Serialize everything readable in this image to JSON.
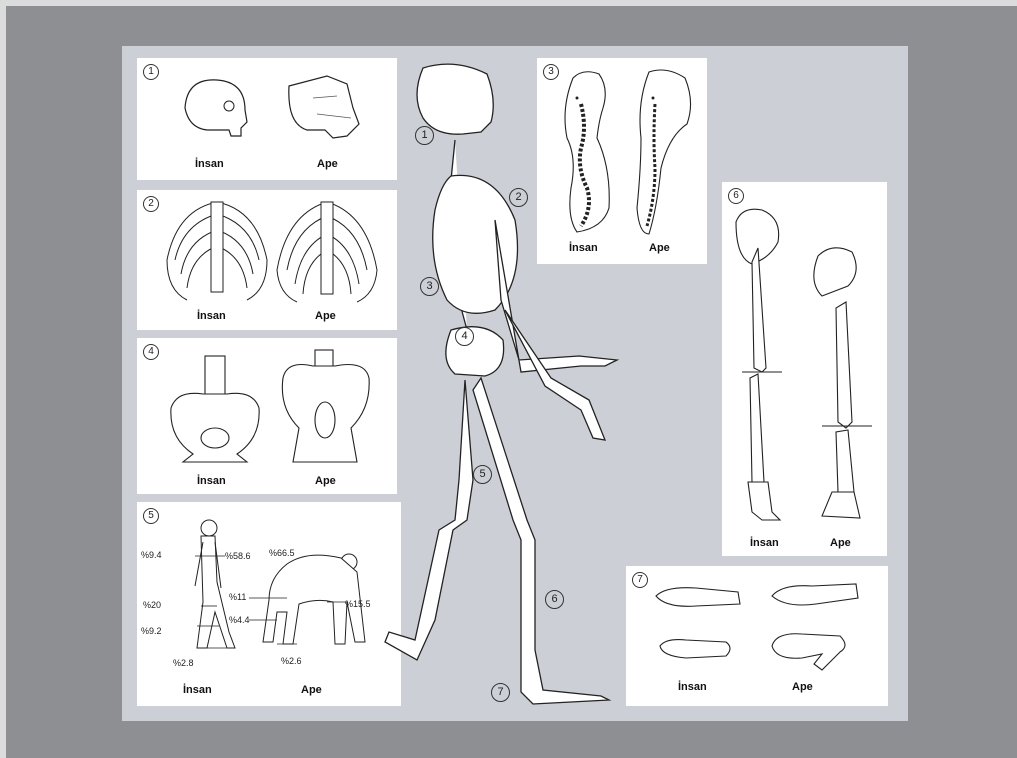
{
  "labels": {
    "human": "İnsan",
    "ape": "Ape"
  },
  "panels": [
    {
      "id": "skull",
      "number": "1"
    },
    {
      "id": "ribcage",
      "number": "2"
    },
    {
      "id": "spine",
      "number": "3"
    },
    {
      "id": "pelvis",
      "number": "4"
    },
    {
      "id": "proportions",
      "number": "5"
    },
    {
      "id": "leg",
      "number": "6"
    },
    {
      "id": "foot",
      "number": "7"
    }
  ],
  "proportions": {
    "human": [
      "%9.4",
      "%58.6",
      "%20",
      "%9.2",
      "%2.8"
    ],
    "ape": [
      "%66.5",
      "%11",
      "%15.5",
      "%4.4",
      "%2.6"
    ]
  },
  "skeleton_markers": [
    "1",
    "2",
    "3",
    "4",
    "5",
    "6",
    "7"
  ],
  "colors": {
    "background": "#8e8f92",
    "plate": "#ccd0d6",
    "panel": "#ffffff",
    "bone": "#ffffff",
    "outline": "#222222"
  }
}
